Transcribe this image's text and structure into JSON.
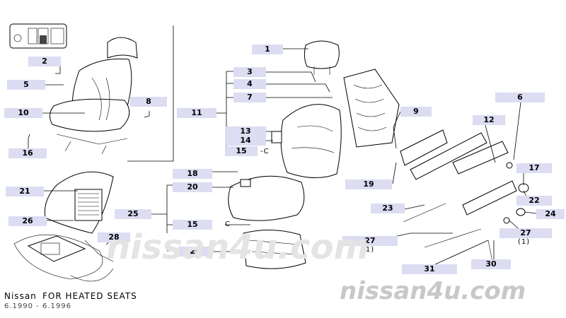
{
  "parts": [
    {
      "id": "p1",
      "num": "1"
    },
    {
      "id": "p2",
      "num": "2"
    },
    {
      "id": "p3",
      "num": "3"
    },
    {
      "id": "p4",
      "num": "4"
    },
    {
      "id": "p5",
      "num": "5"
    },
    {
      "id": "p6",
      "num": "6"
    },
    {
      "id": "p7",
      "num": "7"
    },
    {
      "id": "p8",
      "num": "8"
    },
    {
      "id": "p9",
      "num": "9"
    },
    {
      "id": "p10",
      "num": "10"
    },
    {
      "id": "p11",
      "num": "11"
    },
    {
      "id": "p12",
      "num": "12"
    },
    {
      "id": "p13",
      "num": "13"
    },
    {
      "id": "p14",
      "num": "14"
    },
    {
      "id": "p15a",
      "num": "15"
    },
    {
      "id": "p15b",
      "num": "15"
    },
    {
      "id": "p16",
      "num": "16"
    },
    {
      "id": "p17",
      "num": "17"
    },
    {
      "id": "p18",
      "num": "18"
    },
    {
      "id": "p19",
      "num": "19"
    },
    {
      "id": "p20",
      "num": "20"
    },
    {
      "id": "p21",
      "num": "21"
    },
    {
      "id": "p22",
      "num": "22"
    },
    {
      "id": "p23",
      "num": "23"
    },
    {
      "id": "p24",
      "num": "24"
    },
    {
      "id": "p25",
      "num": "25"
    },
    {
      "id": "p26",
      "num": "26"
    },
    {
      "id": "p27a",
      "num": "27"
    },
    {
      "id": "p27b",
      "num": "27"
    },
    {
      "id": "p28",
      "num": "28"
    },
    {
      "id": "p29",
      "num": "29"
    },
    {
      "id": "p30",
      "num": "30"
    },
    {
      "id": "p31",
      "num": "31"
    }
  ],
  "sub_labels": {
    "p27a": "(1)",
    "p27b": "(1)"
  },
  "c_marks": {
    "p15a": "-C",
    "p15b": "C"
  },
  "footer": {
    "heated_note": "FOR HEATED SEATS",
    "brand": "Nissan",
    "date_range": "6.1990 - 6.1996"
  },
  "watermark": {
    "main": "nissan4u.com",
    "center": "nissan4u.com"
  }
}
